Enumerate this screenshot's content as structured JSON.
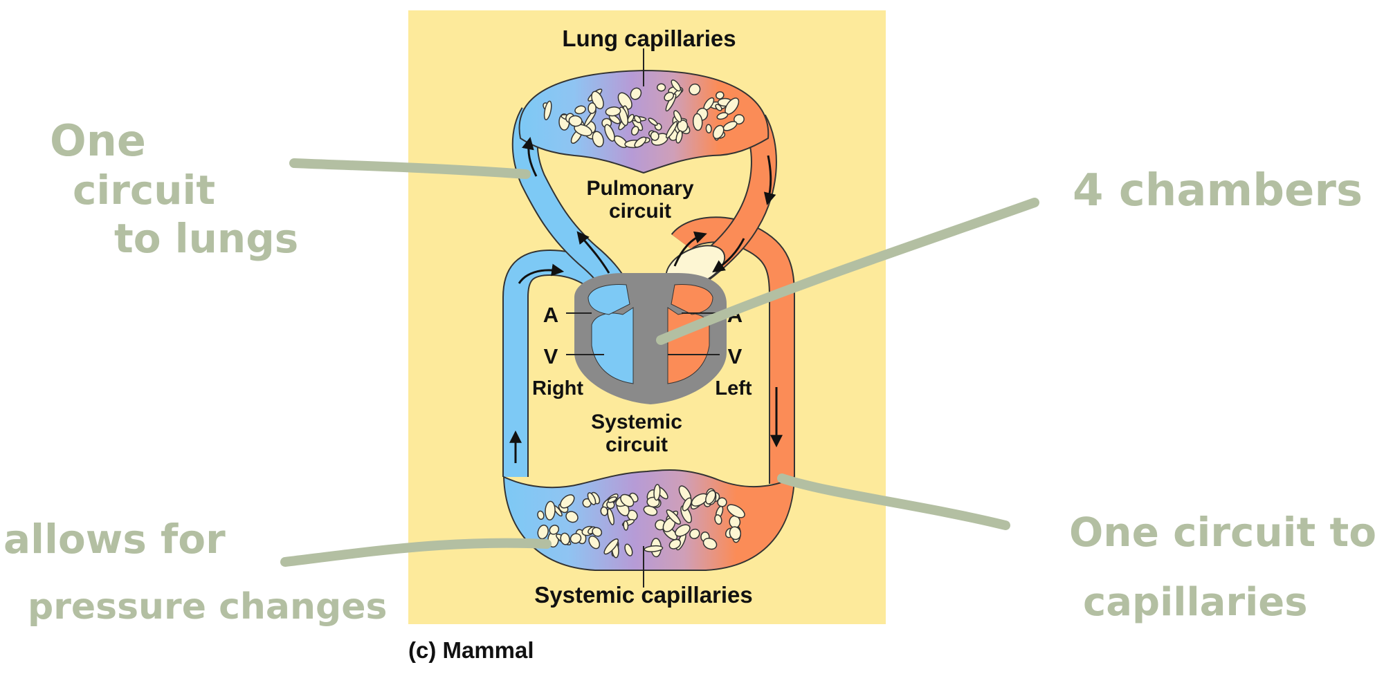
{
  "figure": {
    "caption": "(c) Mammal",
    "colors": {
      "panel_background": "#fdea9b",
      "deoxygenated_blood": "#7dc9f5",
      "oxygenated_blood": "#fb8c57",
      "capillary_mix": "#b69bd6",
      "heart_tissue": "#8a8a8a",
      "capillary_gaps": "#fdf6d3",
      "annotation_ink": "#b3bfa2"
    },
    "labels": {
      "lung_capillaries": "Lung capillaries",
      "pulmonary_circuit_line1": "Pulmonary",
      "pulmonary_circuit_line2": "circuit",
      "systemic_circuit_line1": "Systemic",
      "systemic_circuit_line2": "circuit",
      "systemic_capillaries": "Systemic capillaries",
      "right_atrium": "A",
      "left_atrium": "A",
      "right_ventricle": "V",
      "left_ventricle": "V",
      "right_side": "Right",
      "left_side": "Left"
    }
  },
  "annotations": [
    {
      "id": "pulmonary-note",
      "lines": [
        "One",
        "circuit",
        "to lungs"
      ]
    },
    {
      "id": "chambers-note",
      "lines": [
        "4 chambers"
      ]
    },
    {
      "id": "exchange-note",
      "lines": [
        "allows for",
        "pressure changes"
      ]
    },
    {
      "id": "systemic-note",
      "lines": [
        "One circuit to",
        "capillaries"
      ]
    }
  ]
}
